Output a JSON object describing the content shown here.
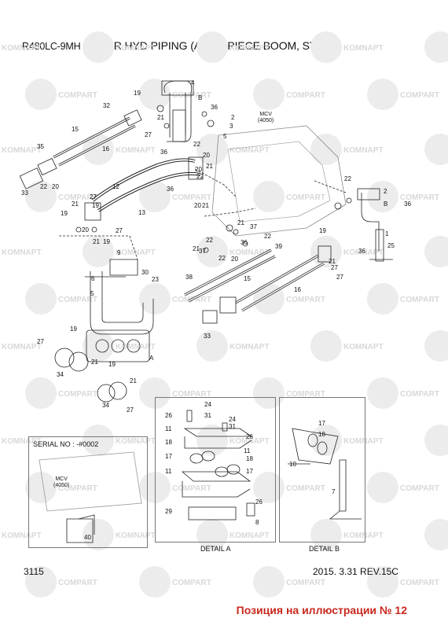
{
  "header": {
    "model": "R480LC-9MH",
    "title": "UPPER HYD PIPING (ATT, 2 PIECE BOOM, STD)"
  },
  "watermarks": [
    "KOMNAPT",
    "COMPART"
  ],
  "main_labels": {
    "mcv": "MCV",
    "mcv_code": "(4050)",
    "detail_a": "DETAIL  A",
    "detail_b": "DETAIL  B",
    "serial": "SERIAL NO : -#0002",
    "view_a": "A",
    "view_b": "B"
  },
  "callouts": [
    "1",
    "2",
    "3",
    "4",
    "5",
    "6",
    "7",
    "8",
    "9",
    "10",
    "11",
    "12",
    "13",
    "15",
    "16",
    "17",
    "18",
    "19",
    "20",
    "21",
    "22",
    "23",
    "24",
    "25",
    "26",
    "27",
    "29",
    "30",
    "31",
    "32",
    "33",
    "34",
    "35",
    "36",
    "37",
    "38",
    "39",
    "40"
  ],
  "footer": {
    "page": "3115",
    "date_rev": "2015. 3.31   REV.15C",
    "caption": "Позиция на иллюстрации № 12"
  }
}
